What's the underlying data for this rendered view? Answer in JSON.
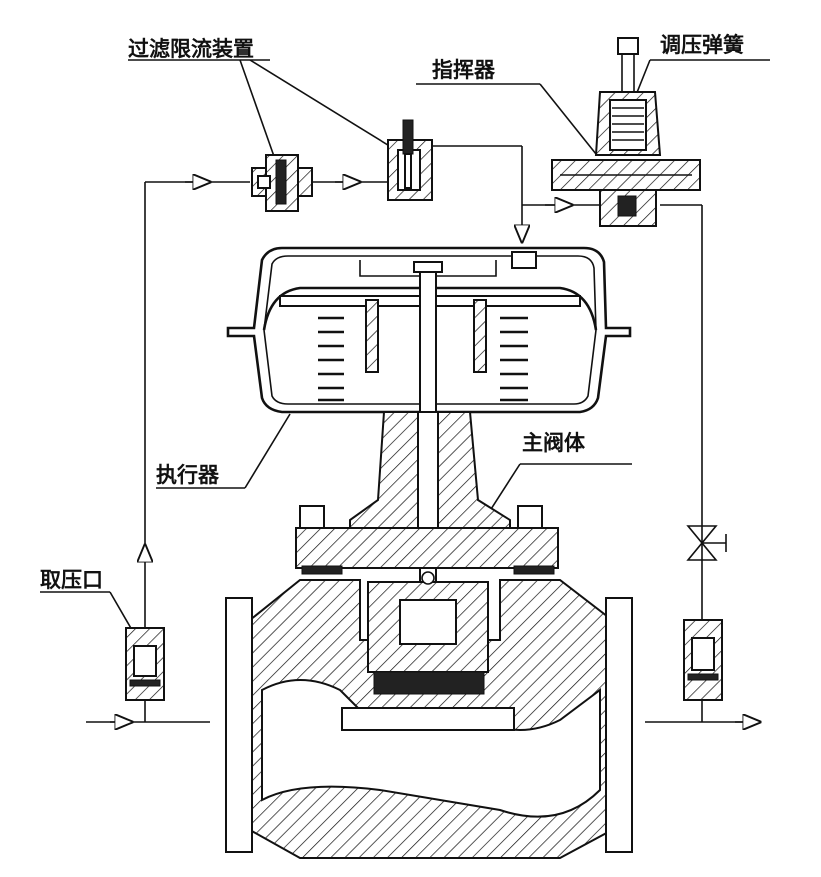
{
  "labels": {
    "filter_flow_limiter": "过滤限流装置",
    "pilot": "指挥器",
    "pressure_spring": "调压弹簧",
    "actuator": "执行器",
    "main_valve_body": "主阀体",
    "pressure_tap": "取压口"
  }
}
